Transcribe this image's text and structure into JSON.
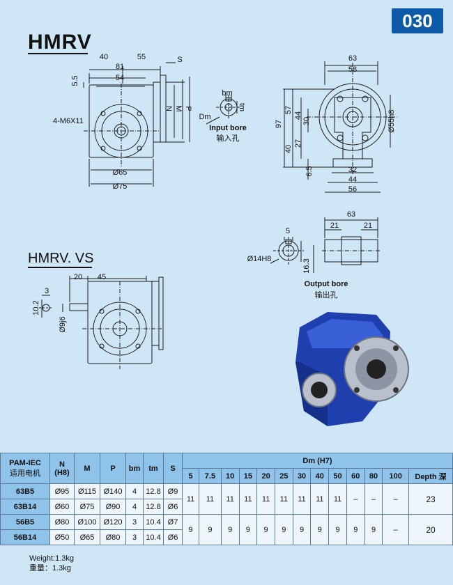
{
  "badge": "030",
  "title_main": "HMRV",
  "title_vs": "HMRV. VS",
  "input_bore": {
    "en": "Input bore",
    "cn": "输入孔"
  },
  "output_bore": {
    "en": "Output bore",
    "cn": "输出孔"
  },
  "dims": {
    "d40": "40",
    "d55": "55",
    "d81": "81",
    "d54": "54",
    "d55_side": "5.5",
    "s": "S",
    "n": "N",
    "m": "M",
    "p": "P",
    "bolt": "4-M6X11",
    "o65": "Ø65",
    "o75": "Ø75",
    "bm": "bm",
    "tm": "tm",
    "dm": "Dm",
    "r63": "63",
    "r58": "58",
    "r97": "97",
    "r57": "57",
    "r44": "44",
    "r30": "30",
    "r27": "27",
    "r40": "40",
    "r65": "6.5",
    "r32": "32",
    "r44b": "44",
    "r56": "56",
    "r55h8": "Ø55h8",
    "o5": "5",
    "o63": "63",
    "o21a": "21",
    "o21b": "21",
    "o14h8": "Ø14H8",
    "o163": "16.3",
    "vs20": "20",
    "vs45": "45",
    "vs3": "3",
    "vs102": "10.2",
    "vs9j6": "Ø9j6"
  },
  "table": {
    "headers": {
      "pam": "PAM-IEC",
      "pam_cn": "适用电机",
      "n": "N",
      "n_sub": "(H8)",
      "m": "M",
      "p": "P",
      "bm": "bm",
      "tm": "tm",
      "s": "S",
      "dm": "Dm (H7)",
      "depth": "Depth 深"
    },
    "ratios": [
      "5",
      "7.5",
      "10",
      "15",
      "20",
      "25",
      "30",
      "40",
      "50",
      "60",
      "80",
      "100"
    ],
    "rows": [
      {
        "pam": "63B5",
        "n": "Ø95",
        "m": "Ø115",
        "p": "Ø140",
        "bm": "4",
        "tm": "12.8",
        "s": "Ø9"
      },
      {
        "pam": "63B14",
        "n": "Ø60",
        "m": "Ø75",
        "p": "Ø90",
        "bm": "4",
        "tm": "12.8",
        "s": "Ø6"
      },
      {
        "pam": "56B5",
        "n": "Ø80",
        "m": "Ø100",
        "p": "Ø120",
        "bm": "3",
        "tm": "10.4",
        "s": "Ø7"
      },
      {
        "pam": "56B14",
        "n": "Ø50",
        "m": "Ø65",
        "p": "Ø80",
        "bm": "3",
        "tm": "10.4",
        "s": "Ø6"
      }
    ],
    "group1": {
      "values": [
        "11",
        "11",
        "11",
        "11",
        "11",
        "11",
        "11",
        "11",
        "11",
        "–",
        "–",
        "–"
      ],
      "depth": "23"
    },
    "group2": {
      "values": [
        "9",
        "9",
        "9",
        "9",
        "9",
        "9",
        "9",
        "9",
        "9",
        "9",
        "9",
        "–"
      ],
      "depth": "20"
    }
  },
  "weight": {
    "en": "Weight:1.3kg",
    "cn": "重量：1.3kg"
  }
}
